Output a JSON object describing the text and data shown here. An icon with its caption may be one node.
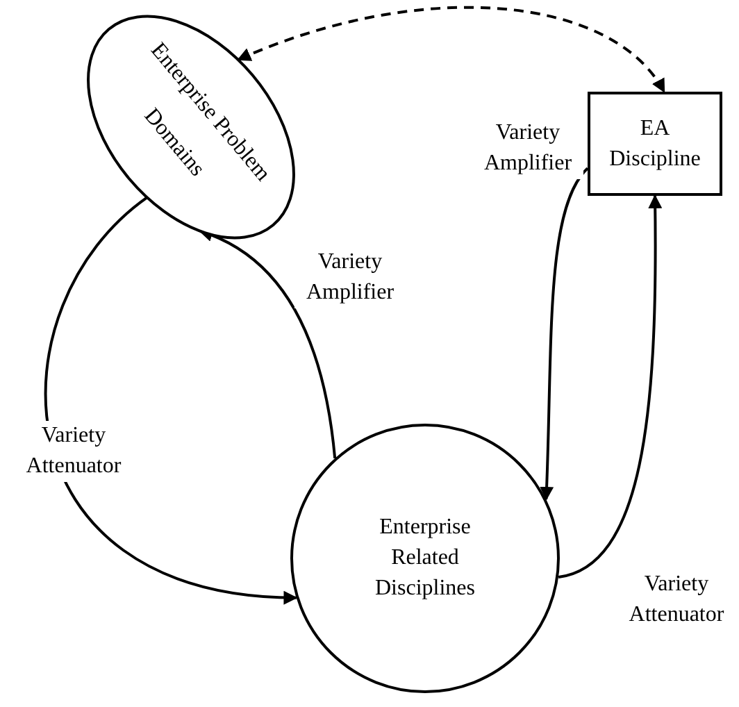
{
  "diagram": {
    "nodes": [
      {
        "text": [
          "Enterprise Problem Domains"
        ]
      },
      {
        "text": [
          "EA Discipline"
        ]
      },
      {
        "text": [
          "Enterprise Related Disciplines"
        ]
      }
    ],
    "edges": [
      {
        "from": 0,
        "to": 1,
        "arrow": "both",
        "style": "dashed"
      },
      {
        "from": 1,
        "to": 2,
        "arrow": "to",
        "label": "Variety Amplifier"
      },
      {
        "from": 2,
        "to": 1,
        "arrow": "to",
        "label": "Variety Attenuator"
      },
      {
        "from": 2,
        "to": 0,
        "arrow": "to",
        "label": "Variety Amplifier"
      },
      {
        "from": 0,
        "to": 2,
        "arrow": "to",
        "label": "Variety Attenuator"
      }
    ]
  }
}
